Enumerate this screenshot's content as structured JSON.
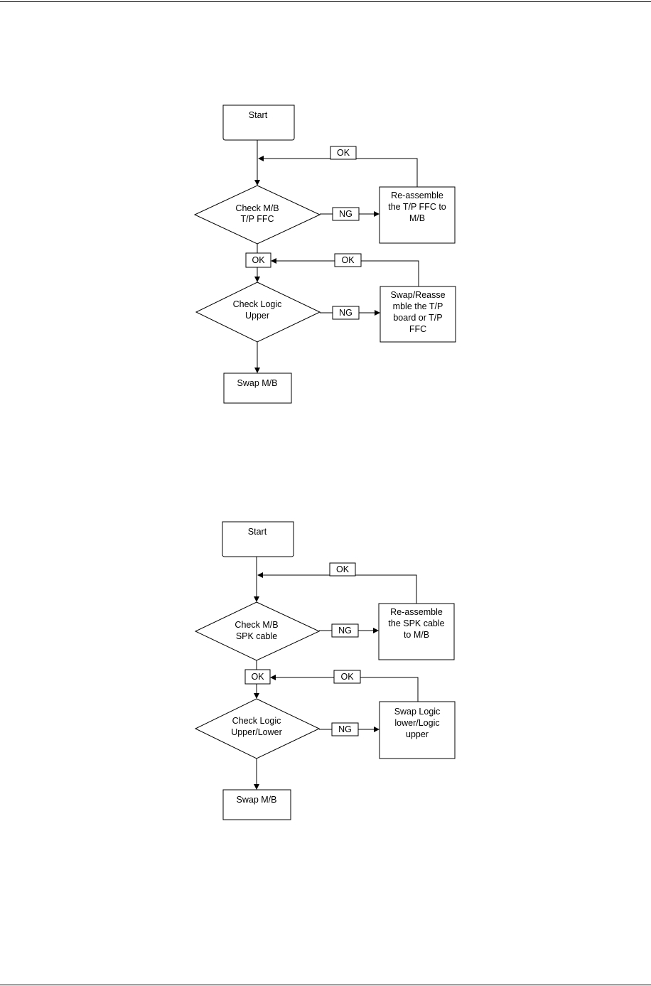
{
  "flowcharts": [
    {
      "start": "Start",
      "check1": [
        "Check M/B",
        "T/P FFC"
      ],
      "fix1": [
        "Re-assemble",
        "the T/P FFC to",
        "M/B"
      ],
      "check2": [
        "Check Logic",
        "Upper"
      ],
      "fix2": [
        "Swap/Reasse",
        "mble the T/P",
        "board or T/P",
        "FFC"
      ],
      "end": "Swap M/B",
      "ok": "OK",
      "ng": "NG"
    },
    {
      "start": "Start",
      "check1": [
        "Check M/B",
        "SPK cable"
      ],
      "fix1": [
        "Re-assemble",
        "the SPK cable",
        "to M/B"
      ],
      "check2": [
        "Check Logic",
        "Upper/Lower"
      ],
      "fix2": [
        "Swap Logic",
        "lower/Logic",
        "upper"
      ],
      "end": "Swap M/B",
      "ok": "OK",
      "ng": "NG"
    }
  ]
}
